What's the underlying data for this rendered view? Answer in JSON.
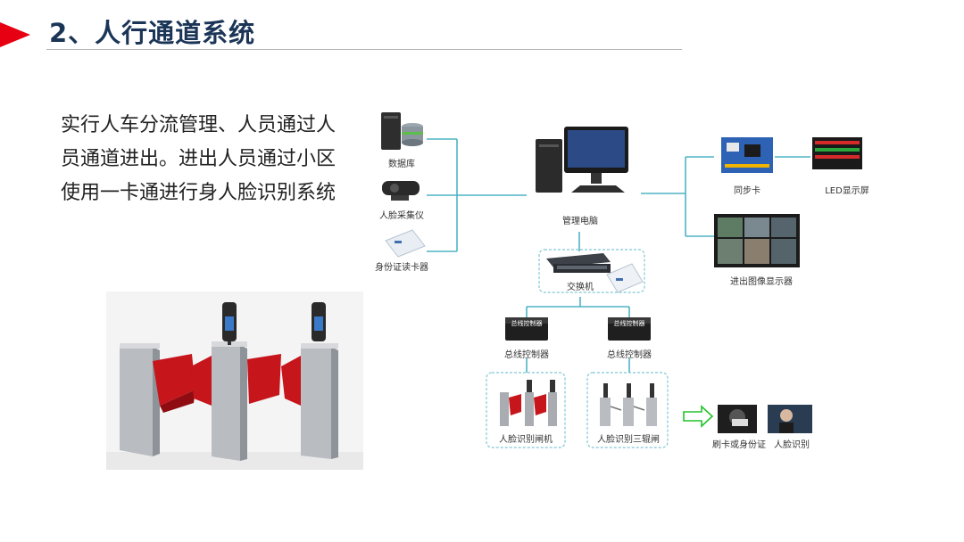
{
  "header": {
    "title": "2、人行通道系统"
  },
  "body": {
    "text": "实行人车分流管理、人员通过人员通道进出。进出人员通过小区使用一卡通进行身人脸识别系统"
  },
  "diagram": {
    "db": "数据库",
    "face_cam": "人脸采集仪",
    "id_reader": "身份证读卡器",
    "pc": "管理电脑",
    "sync": "同步卡",
    "led": "LED显示屏",
    "monitor": "进出图像显示器",
    "switch": "交换机",
    "bus1": "总线控制器",
    "bus2": "总线控制器",
    "bus_box": "总线控制器",
    "gate1": "人脸识别闸机",
    "gate2": "人脸识别三辊闸",
    "card": "刷卡或身份证",
    "face": "人脸识别"
  },
  "colors": {
    "accent": "#e60012",
    "title": "#1b3557",
    "line": "#4fb3c4",
    "arrow": "#22c32a"
  }
}
